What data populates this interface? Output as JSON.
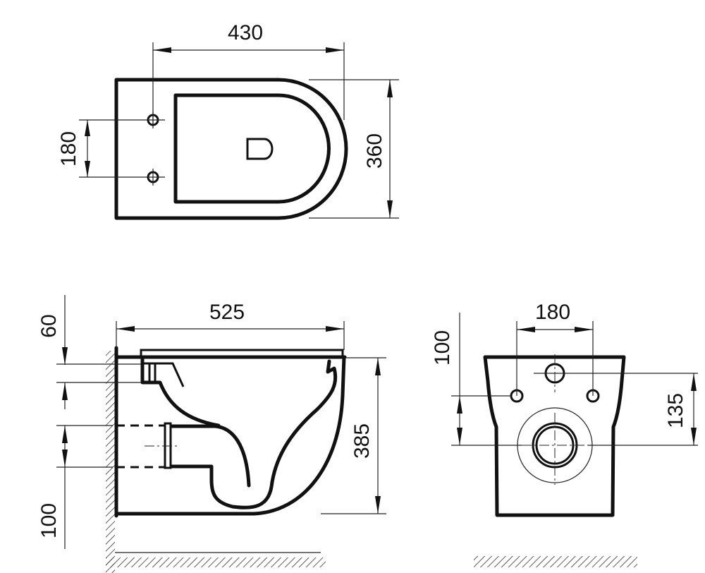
{
  "drawing": {
    "type": "technical-dimension-drawing",
    "subject": "wall-hung toilet bowl",
    "units": "mm",
    "colors": {
      "line": "#111111",
      "background": "#ffffff"
    }
  },
  "views": {
    "top": {
      "name": "top view",
      "dimensions": {
        "length": "430",
        "width": "360",
        "mount_hole_spacing": "180"
      }
    },
    "side": {
      "name": "side view",
      "dimensions": {
        "overall_length": "525",
        "height": "385",
        "top_offset": "60",
        "outlet_height": "100"
      }
    },
    "front": {
      "name": "rear / wall view",
      "dimensions": {
        "bolt_spacing": "180",
        "inlet_to_outlet": "135",
        "bolt_height": "100"
      }
    }
  }
}
